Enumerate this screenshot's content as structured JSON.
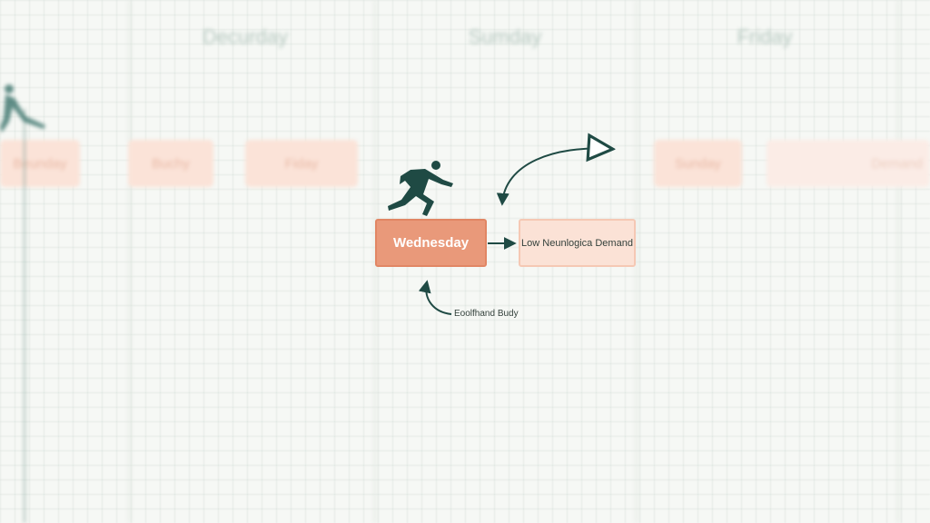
{
  "diagram": {
    "headers": [
      "Decurday",
      "Sumday",
      "Friday"
    ],
    "ghost_boxes": [
      "Beunday",
      "Buchy",
      "Fiday",
      "Sunday",
      "Demand"
    ],
    "main_box": "Wednesday",
    "target_box": "Low Neunlogica Demand",
    "caption": "Eoolfhand Budy"
  },
  "colors": {
    "accent": "#e9997a",
    "accent_light": "#fbe2d6",
    "ink": "#1f4a44",
    "grid": "#dfe7e2"
  }
}
